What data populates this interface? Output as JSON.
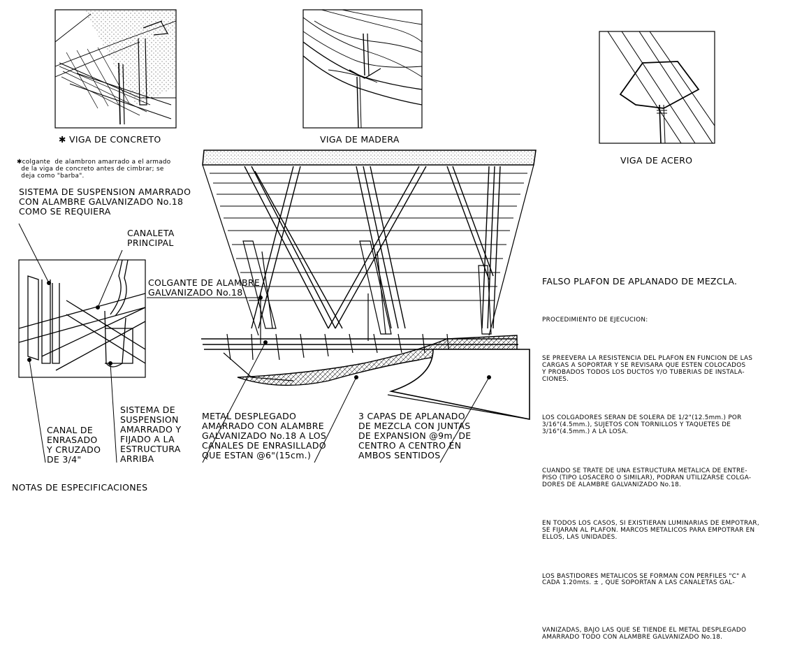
{
  "details": {
    "concrete": "✱ VIGA DE CONCRETO",
    "wood": "VIGA DE MADERA",
    "steel": "VIGA DE ACERO"
  },
  "note_star": "✱colgante  de alambron amarrado a el armado\n  de la viga de concreto antes de cimbrar; se\n  deja como \"barba\".",
  "labels": {
    "suspension_top": "SISTEMA DE SUSPENSION AMARRADO\nCON ALAMBRE GALVANIZADO No.18\nCOMO SE REQUIERA",
    "canaleta": "CANALETA\nPRINCIPAL",
    "colgante": "COLGANTE DE ALAMBRE\nGALVANIZADO No.18",
    "canal": "CANAL DE\nENRASADO\nY CRUZADO\nDE 3/4\"",
    "sistema_bottom": "SISTEMA DE\nSUSPENSION\nAMARRADO Y\nFIJADO A LA\nESTRUCTURA\nARRIBA",
    "metal": "METAL DESPLEGADO\nAMARRADO CON ALAMBRE\nGALVANIZADO No.18 A LOS\nCANALES DE ENRASILLADO\nQUE ESTAN @6\"(15cm.)",
    "capas": "3 CAPAS DE APLANADO\nDE MEZCLA CON JUNTAS\nDE EXPANSION @9m. DE\nCENTRO A CENTRO EN\nAMBOS SENTIDOS",
    "notas": "NOTAS DE ESPECIFICACIONES"
  },
  "spec": {
    "title": "FALSO PLAFON DE APLANADO DE MEZCLA.",
    "subtitle": "PROCEDIMIENTO DE EJECUCION:",
    "paragraphs": [
      "SE PREEVERA LA RESISTENCIA DEL PLAFON EN FUNCION DE LAS\nCARGAS A SOPORTAR Y SE REVISARA QUE ESTEN COLOCADOS\nY PROBADOS TODOS LOS DUCTOS Y/O TUBERIAS DE INSTALA-\nCIONES.",
      "LOS COLGADORES SERAN DE SOLERA DE 1/2\"(12.5mm.) POR\n3/16\"(4.5mm.), SUJETOS CON TORNILLOS Y TAQUETES DE\n3/16\"(4.5mm.) A LA LOSA.",
      "CUANDO SE TRATE DE UNA ESTRUCTURA METALICA DE ENTRE-\nPISO (TIPO LOSACERO O SIMILAR), PODRAN UTILIZARSE COLGA-\nDORES DE ALAMBRE GALVANIZADO No.18.",
      "EN TODOS LOS CASOS, SI EXISTIERAN LUMINARIAS DE EMPOTRAR,\nSE FIJARAN AL PLAFON. MARCOS METALICOS PARA EMPOTRAR EN\nELLOS, LAS UNIDADES.",
      "LOS BASTIDORES METALICOS SE FORMAN CON PERFILES \"C\" A\nCADA 1.20mts. ± , QUE SOPORTAN A LAS CANALETAS GAL-",
      "VANIZADAS, BAJO LAS QUE SE TIENDE EL METAL DESPLEGADO\nAMARRADO TODO CON ALAMBRE GALVANIZADO No.18."
    ]
  }
}
